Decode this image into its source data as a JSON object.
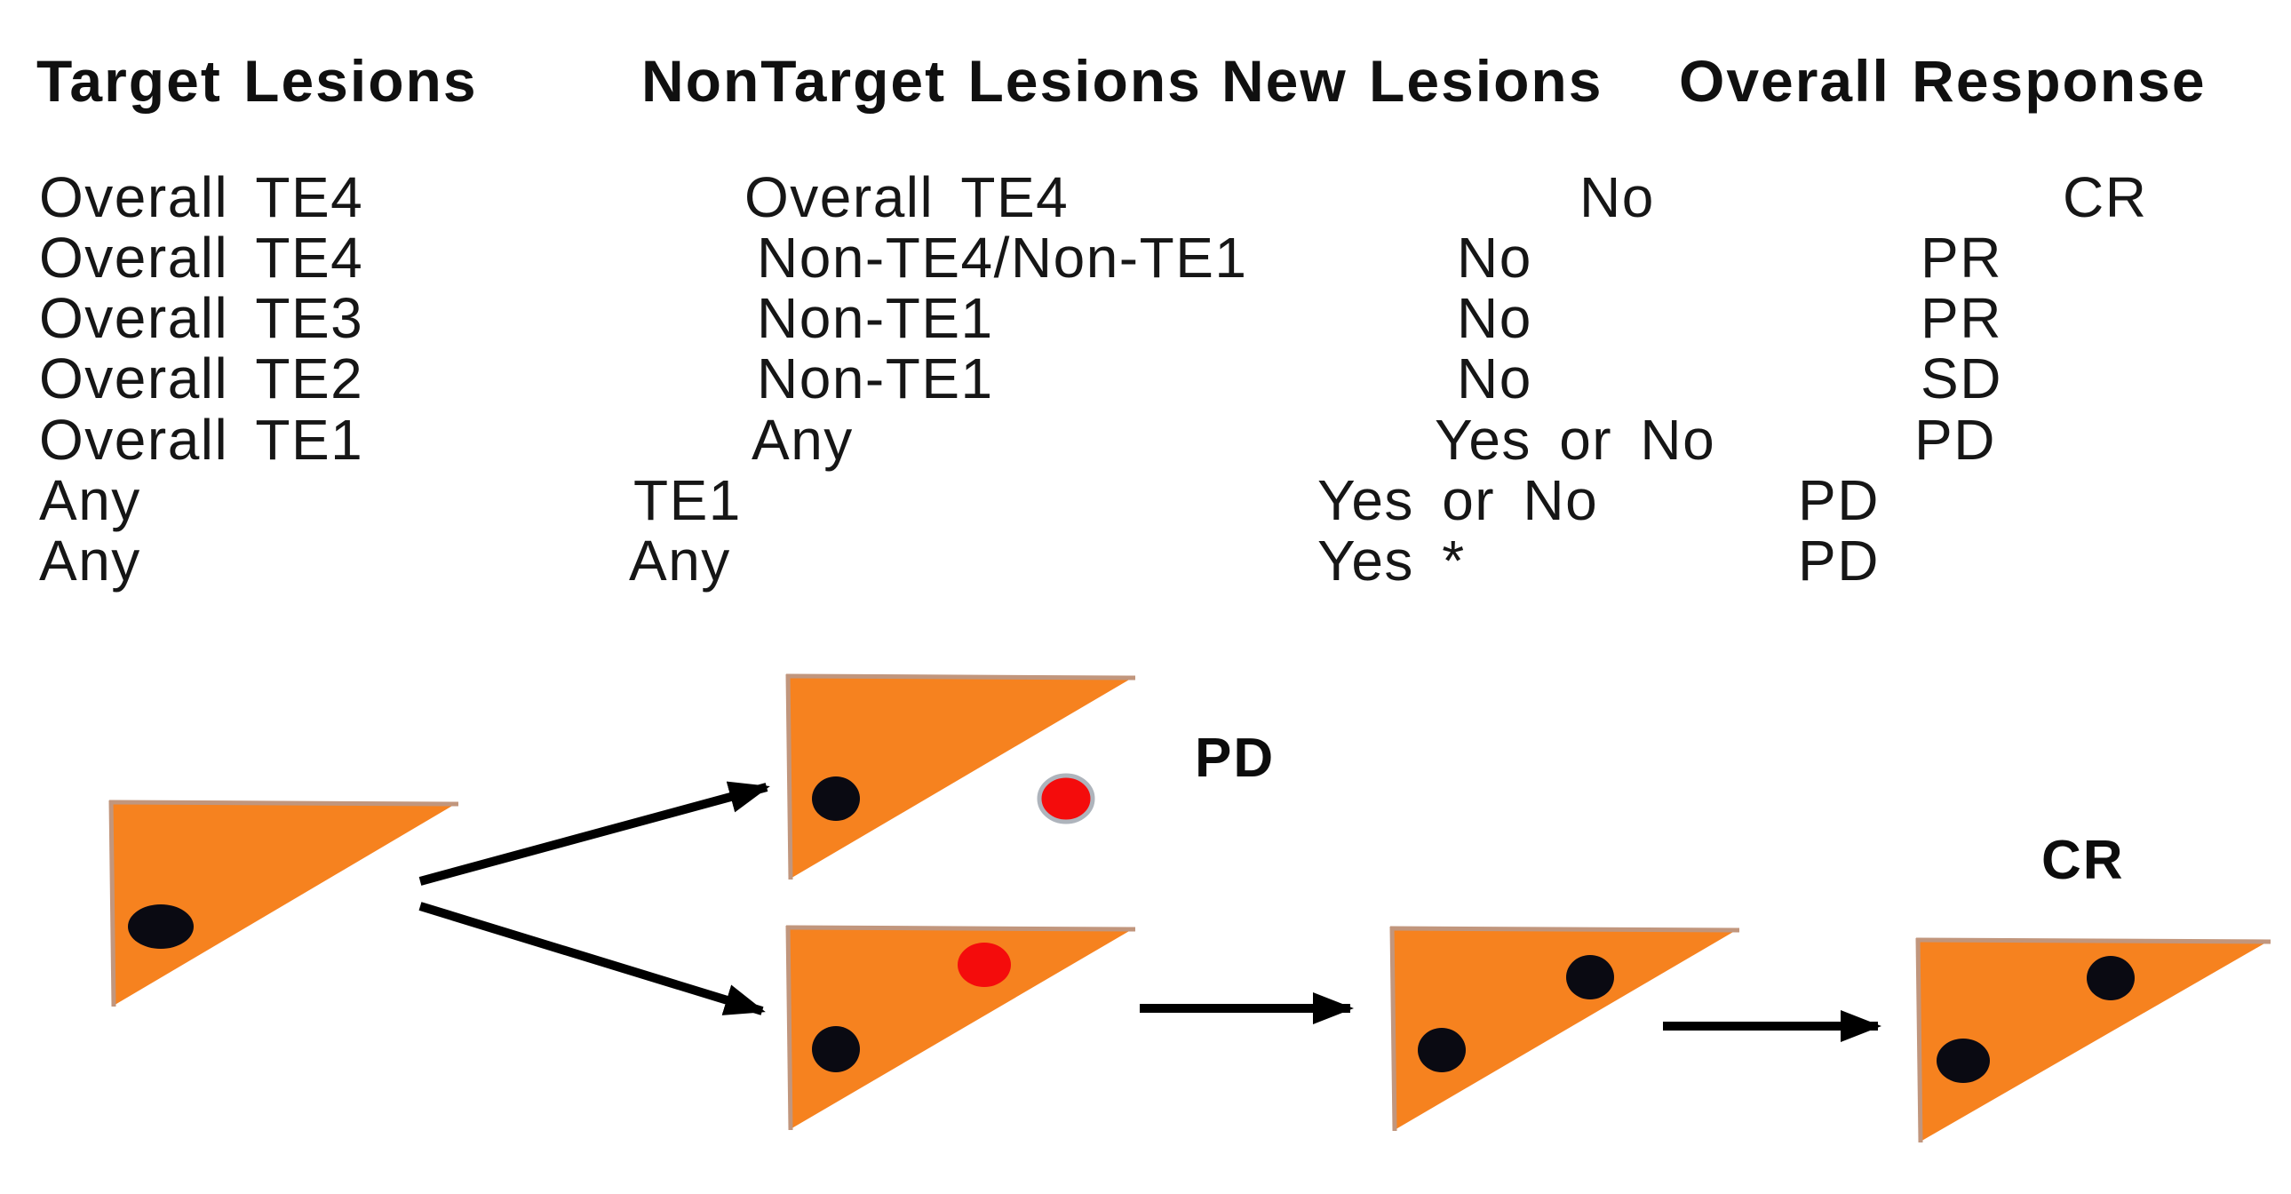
{
  "table": {
    "headers": [
      "Target Lesions",
      "NonTarget Lesions",
      "New Lesions",
      "Overall Response"
    ],
    "rows": [
      {
        "target": "Overall TE4",
        "nontarget": "Overall TE4",
        "new_lesions": "No",
        "overall_response": "CR"
      },
      {
        "target": "Overall TE4",
        "nontarget": "Non-TE4/Non-TE1",
        "new_lesions": "No",
        "overall_response": "PR"
      },
      {
        "target": "Overall TE3",
        "nontarget": "Non-TE1",
        "new_lesions": "No",
        "overall_response": "PR"
      },
      {
        "target": "Overall TE2",
        "nontarget": "Non-TE1",
        "new_lesions": "No",
        "overall_response": "SD"
      },
      {
        "target": "Overall TE1",
        "nontarget": "Any",
        "new_lesions": "Yes or No",
        "overall_response": "PD"
      },
      {
        "target": "Any",
        "nontarget": "TE1",
        "new_lesions": "Yes or No",
        "overall_response": "PD"
      },
      {
        "target": "Any",
        "nontarget": "Any",
        "new_lesions": "Yes *",
        "overall_response": "PD"
      }
    ]
  },
  "diagram": {
    "pd_label": "PD",
    "cr_label": "CR",
    "colors": {
      "tumor_fill": "#F6821F",
      "tumor_border": "#C1967D",
      "target_lesion": "#0A0A12",
      "new_lesion": "#F40C0C",
      "new_lesion_ring": "#AEB4BC",
      "arrow": "#000000"
    }
  }
}
